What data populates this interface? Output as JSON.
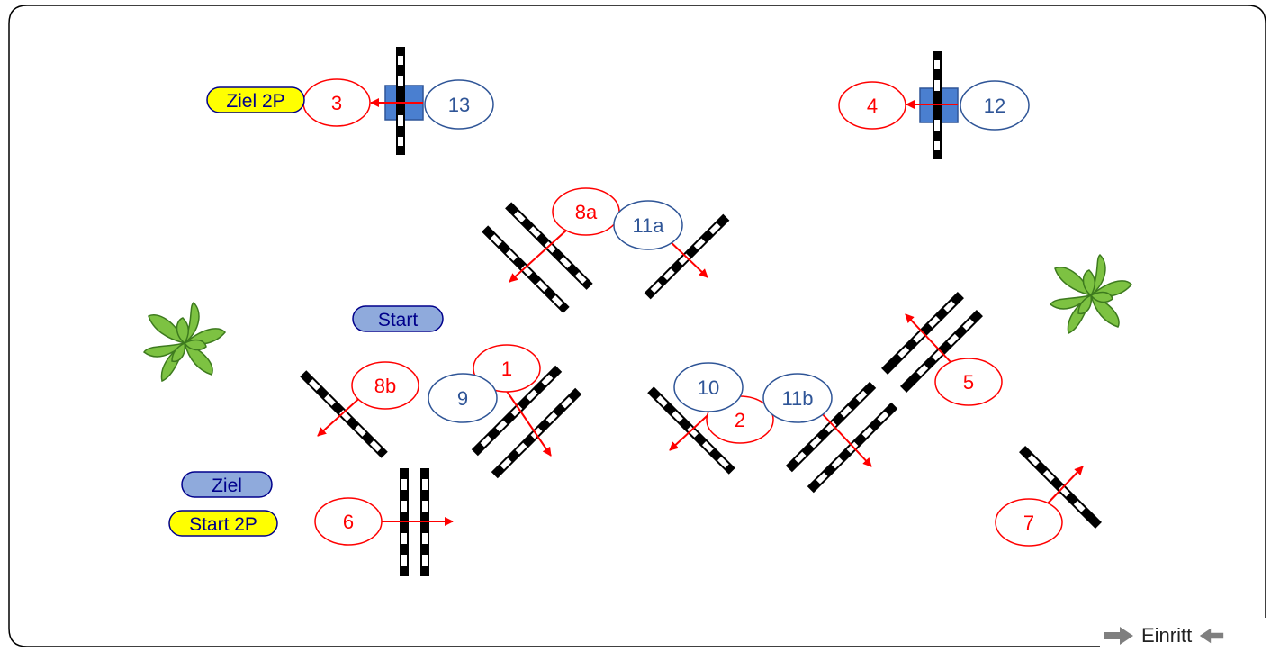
{
  "colors": {
    "red": "#ff0000",
    "blue": "#2f5597",
    "yellow": "#ffff00",
    "steel": "#8faadc",
    "jump_blue": "#4a7fd0",
    "plant": "#7dc242",
    "plant_dark": "#3d7a1e",
    "entrance_arrow": "#7f7f7f"
  },
  "obstacles": {
    "o3": "3",
    "o13": "13",
    "o4": "4",
    "o12": "12",
    "o8a": "8a",
    "o11a": "11a",
    "o1": "1",
    "o9": "9",
    "o8b": "8b",
    "o10": "10",
    "o11b": "11b",
    "o2": "2",
    "o5": "5",
    "o6": "6",
    "o7": "7"
  },
  "tags": {
    "ziel2p": "Ziel 2P",
    "start": "Start",
    "ziel": "Ziel",
    "start2p": "Start 2P"
  },
  "entrance": {
    "label": "Einritt",
    "icon_left": "arrow-right-icon",
    "icon_right": "arrow-left-icon"
  }
}
